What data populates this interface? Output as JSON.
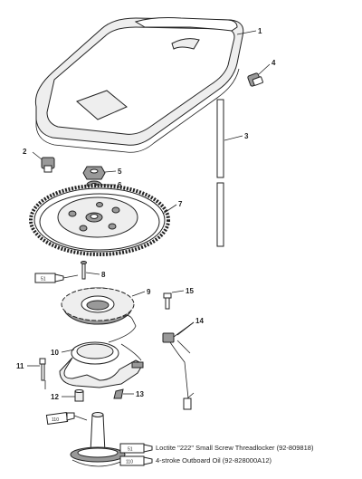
{
  "callouts": [
    "1",
    "2",
    "3",
    "4",
    "5",
    "6",
    "7",
    "8",
    "9",
    "10",
    "11",
    "12",
    "13",
    "14",
    "15"
  ],
  "legend": [
    {
      "badge": "51",
      "text": "Loctite \"222\" Small Screw Threadlocker  (92-809818)"
    },
    {
      "badge": "110",
      "text": "4-stroke Outboard Oil (92-828000A12)"
    }
  ],
  "inline_badges": {
    "loctite": "51",
    "oil": "110"
  }
}
